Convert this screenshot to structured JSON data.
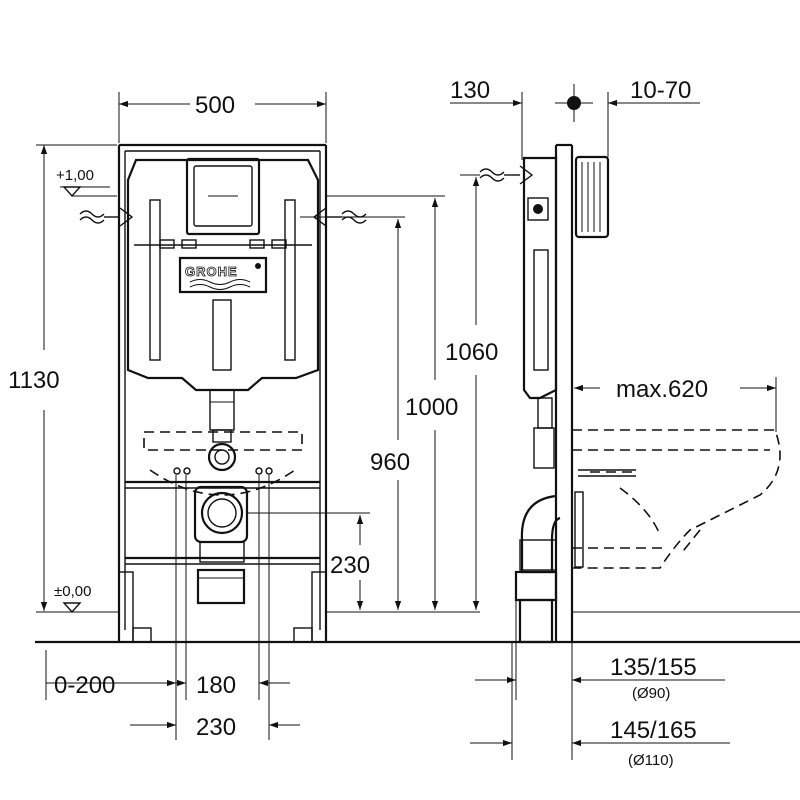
{
  "brand": "GROHE",
  "front_view": {
    "width": "500",
    "height_total": "1130",
    "level_top": "+1,00",
    "level_bottom": "±0,00",
    "height_1000": "1000",
    "height_960": "960",
    "height_230": "230",
    "range_0_200": "0-200",
    "spacing_180": "180",
    "spacing_230": "230"
  },
  "side_view": {
    "depth_130": "130",
    "wall_10_70": "10-70",
    "height_1060": "1060",
    "max_620": "max.620",
    "pipe_a": "135/155",
    "pipe_a_dia": "(Ø90)",
    "pipe_b": "145/165",
    "pipe_b_dia": "(Ø110)"
  }
}
